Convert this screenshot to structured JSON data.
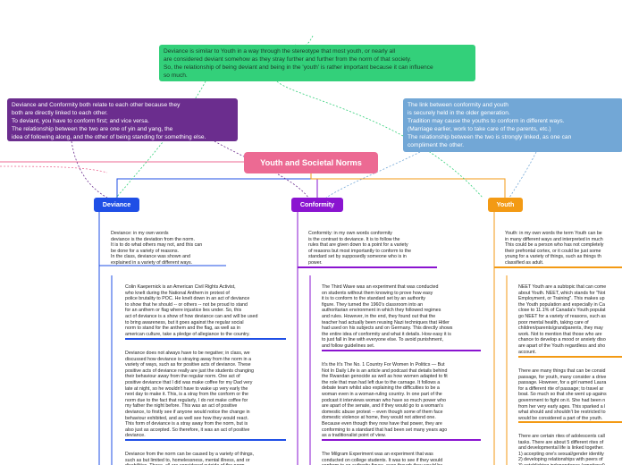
{
  "notes": {
    "green": "Deviance is similar to Youth in a way through the stereotype that most youth, or nearly all\nare considered deviant somehow as they stray further and further from the norm of that society.\nSo, the relationship of being deviant and being in the 'youth' is rather important because it can influence\nso much.",
    "purple": "Deviance and Conformity both relate to each other because they\nboth are directly linked to each other.\nTo deviant, you have to conform first; and vice versa.\nThe relationship between the two are one of yin and yang, the\nidea of following along, and the other of being standing for something else.",
    "blue": "The link between conformity and youth\nis securely held in the older generation.\nTradition may cause the youths to conform in different ways.\n(Marriage earlier, work to take care of the parents, etc.)\nThe relationship between the two is strongly linked, as one can\ncompliment the other."
  },
  "central": "Youth and Societal Norms",
  "branches": {
    "deviance": "Deviance",
    "conformity": "Conformity",
    "youth": "Youth"
  },
  "deviance_topics": [
    "Deviance: in my own words\ndeviance is the deviation from the norm.\nIt is to do what others may not, and this can\nbe done for a variety of reasons.\nIn the class, deviance was shown and\nexplained in a variety of different ways.",
    "Colin Kaepernick is an American Civil Rights Activist,\nwho knelt during the National Anthem in protest of\npolice brutality to POC. He knelt down in an act of deviance\nto show that he should -- or others -- not be proud to stand\nfor an anthem or flag where injustice lies under. So, this\nact of deviance is a show of how deviance can and will be used\nto bring awareness, but it goes against the regular social\nnorm to stand for the anthem and the flag, as well as in\namerican culture, take a pledge of allegiance to the country.",
    "Deviance does not always have to be negative; in class, we\ndiscussed how deviance is straying away from the norm in a\nvariety of ways, such as for positive acts of deviance. These\npositive acts of deviance really are just the students changing\ntheir behaviour away from the regular norm. One act of\npositive deviance that I did was make coffee for my Dad very\nlate at night, so he wouldn't have to wake up very early the\nnext day to make it. This, is a stray from the conform or the\nnorm due to the fact that regularly, I do not make coffee for\nmy father the night before. This was an act of positive\ndeviance, to firstly see if anyone would notice the change in\nbehaviour exhibited, and as well see how they would react.\nThis form of deviance is a stray away from the norm, but is\nalso just as accepted. So therefore, it was an act of positive\ndeviance.",
    "Deviance from the norm can be caused by a variety of things,\nsuch as but limited to, homelessness, mental illness, and or\ndisabilities. These, all are considered outside of the norm"
  ],
  "conformity_topics": [
    "Conformity: in my own words conformity\nis the contrast to deviance. It is to follow the\nrules that are given down to a point for a variety\nof reasons but most importantly to conform to the\nstandard set by supposedly someone who is in\npower.",
    "The Third Wave was an experiment that was conducted\non students without them knowing to prove how easy\nit is to conform to the standard set by an authority\nfigure. They turned the 1960's classroom into an\nauthoritarian environment in which they followed regimes\nand rules. However, in the end, they found out that the\nteacher had actually been reusing Nazi techniques that Hitler\nhad used on his subjects and on Germany. This directly shows\nthe entire idea of conformity and what it details. How easy it is\nto just fall in line with everyone else. To avoid punishment,\nand follow guidelines set.",
    "It's the It's The No. 1 Country For Women In Politics — But\nNot In Daily Life is an article and podcast that details behind\nthe Rwandan genocide as well as how women adapted to fit\nthe role that man had left due to the carnage. It follows a\ndebate team whilst also explaining the difficulties to be a\nwoman even in a woman-ruling country. In one part of the\npodcast it interviews woman who have so much power who\nare apart of the senate, and if they would go to a woman's\ndomestic abuse protest -- even though some of them face\ndomestic violence at home, they would not attend one.\nBecause even though they now have that power, they are\nconforming to a standard that had been set many years ago\nas a traditionalist point of view.",
    "The Milgram Experiment was an experiment that was\nconducted on college students. It was to see if they would\nconform to an authority figure, even though they would be"
  ],
  "youth_topics": [
    "Youth: in my own words the term Youth can be\nin many different ways and interpreted in much\nThis could be a person who has not completely\ntheir prefrontal cortex, or it could be just some\nyoung for a variety of things, such as things th\nclassified as adult.",
    "NEET Youth are a subtopic that can come\nabout Youth. NEET, which stands for \"Not\nEmployment, or Training\". This makes up\nthe Youth population and especially in Ca\nclose to 11.1% of Canada's Youth populat\ngo NEET for a variety of reasons, such as\npoor mental health, taking care of\nchildren/parents/grandparents, they may\nwork. Not to mention that those who are\nchance to develop a mood or anxiety diso\nare apart of the Youth regardless and sho\naccount.",
    "There are many things that can be consid\npassage, for youth, many consider a drive\npassage. However, for a girl named Laura\nfor a different rite of passage; to travel ar\nboat. So much so that she went up agains\ngovernment to fight on it. She had been n\nfrom her very early ages. This sparked a l\nwhat should and shouldn't be restricted to\nwould be considered a part of the youth.",
    "There are certain rites of adolescents call\ntasks. There are about 5 different rites of\nand developmental life is linked together.\n1) accepting one's sexual/gender identity\n2) developing relationships with peers of\n3) establishing independence (emotional)"
  ]
}
